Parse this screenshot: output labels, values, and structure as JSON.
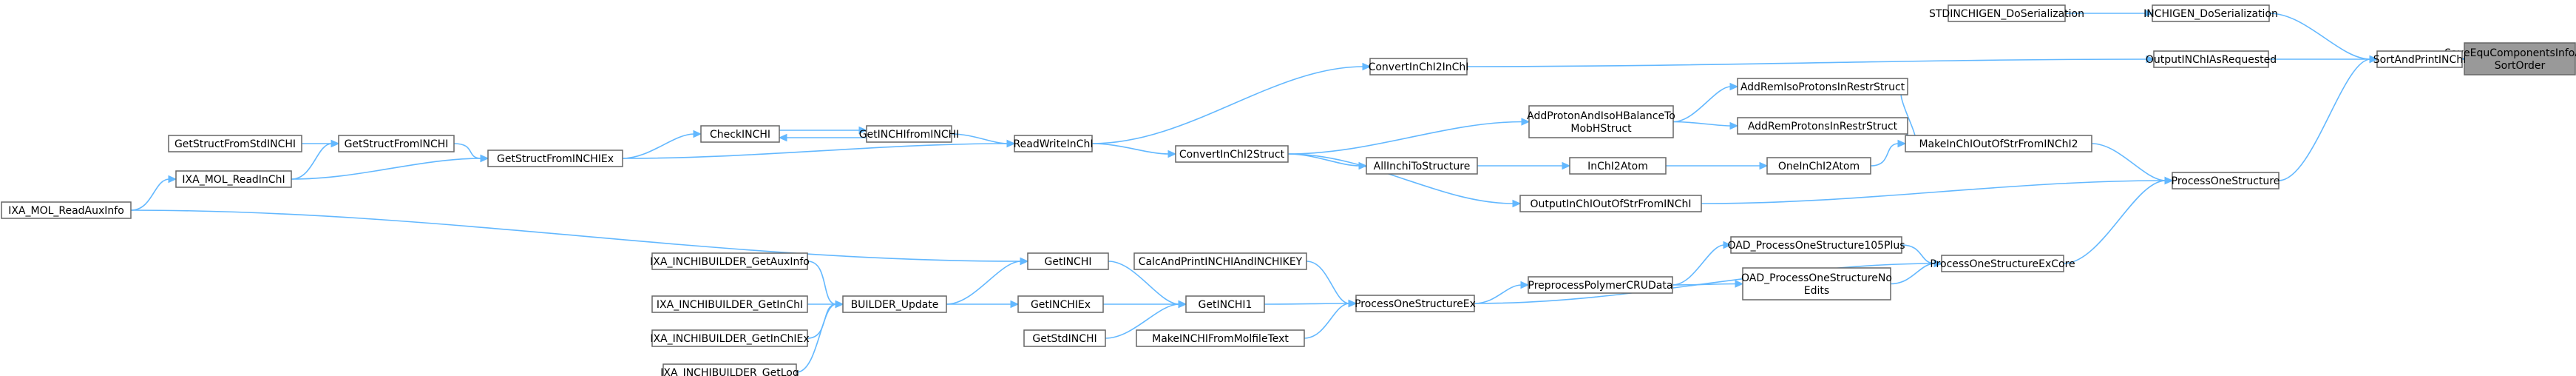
{
  "nodes": [
    {
      "id": "save",
      "lines": [
        "SaveEquComponentsInfoAnd",
        "SortOrder"
      ],
      "focus": true
    },
    {
      "id": "sortprint",
      "lines": [
        "SortAndPrintINChI"
      ]
    },
    {
      "id": "inchigen_deser",
      "lines": [
        "INCHIGEN_DoSerialization"
      ]
    },
    {
      "id": "std_deser",
      "lines": [
        "STDINCHIGEN_DoSerialization"
      ]
    },
    {
      "id": "output_req",
      "lines": [
        "OutputINChIAsRequested"
      ]
    },
    {
      "id": "convert2",
      "lines": [
        "ConvertInChI2InChI"
      ]
    },
    {
      "id": "readwrite",
      "lines": [
        "ReadWriteInChI"
      ]
    },
    {
      "id": "getinchifrom",
      "lines": [
        "GetINCHIfromINCHI"
      ]
    },
    {
      "id": "checkinchi",
      "lines": [
        "CheckINCHI"
      ]
    },
    {
      "id": "getstructex",
      "lines": [
        "GetStructFromINCHIEx"
      ]
    },
    {
      "id": "getstruct",
      "lines": [
        "GetStructFromINCHI"
      ]
    },
    {
      "id": "getstructstd",
      "lines": [
        "GetStructFromStdINCHI"
      ]
    },
    {
      "id": "ixa_readinchi",
      "lines": [
        "IXA_MOL_ReadInChI"
      ]
    },
    {
      "id": "ixa_readaux",
      "lines": [
        "IXA_MOL_ReadAuxInfo"
      ]
    },
    {
      "id": "processone",
      "lines": [
        "ProcessOneStructure"
      ]
    },
    {
      "id": "makeinchi",
      "lines": [
        "MakeInChIOutOfStrFromINChI2"
      ]
    },
    {
      "id": "addremiso",
      "lines": [
        "AddRemIsoProtonsInRestrStruct"
      ]
    },
    {
      "id": "addremprot",
      "lines": [
        "AddRemProtonsInRestrStruct"
      ]
    },
    {
      "id": "addproton",
      "lines": [
        "AddProtonAndIsoHBalanceTo",
        "MobHStruct"
      ]
    },
    {
      "id": "convert2struct",
      "lines": [
        "ConvertInChI2Struct"
      ]
    },
    {
      "id": "oneinchi",
      "lines": [
        "OneInChI2Atom"
      ]
    },
    {
      "id": "inchi2atom",
      "lines": [
        "InChI2Atom"
      ]
    },
    {
      "id": "allinchi",
      "lines": [
        "AllInchiToStructure"
      ]
    },
    {
      "id": "outputinchiout",
      "lines": [
        "OutputInChIOutOfStrFromINChI"
      ]
    },
    {
      "id": "processoneexcore",
      "lines": [
        "ProcessOneStructureExCore"
      ]
    },
    {
      "id": "oad105",
      "lines": [
        "OAD_ProcessOneStructure105Plus"
      ]
    },
    {
      "id": "oadno",
      "lines": [
        "OAD_ProcessOneStructureNo",
        "Edits"
      ]
    },
    {
      "id": "preprocess",
      "lines": [
        "PreprocessPolymerCRUData"
      ]
    },
    {
      "id": "processoneex",
      "lines": [
        "ProcessOneStructureEx"
      ]
    },
    {
      "id": "calcandprint",
      "lines": [
        "CalcAndPrintINCHIAndINCHIKEY"
      ]
    },
    {
      "id": "getinchi1",
      "lines": [
        "GetINCHI1"
      ]
    },
    {
      "id": "makeinchimol",
      "lines": [
        "MakeINCHIFromMolfileText"
      ]
    },
    {
      "id": "getinchi",
      "lines": [
        "GetINCHI"
      ]
    },
    {
      "id": "getinchiex",
      "lines": [
        "GetINCHIEx"
      ]
    },
    {
      "id": "getstdinchi",
      "lines": [
        "GetStdINCHI"
      ]
    },
    {
      "id": "builder_update",
      "lines": [
        "BUILDER_Update"
      ]
    },
    {
      "id": "ixab_aux",
      "lines": [
        "IXA_INCHIBUILDER_GetAuxInfo"
      ]
    },
    {
      "id": "ixab_inchi",
      "lines": [
        "IXA_INCHIBUILDER_GetInChI"
      ]
    },
    {
      "id": "ixab_inchiex",
      "lines": [
        "IXA_INCHIBUILDER_GetInChIEx"
      ]
    },
    {
      "id": "ixab_log",
      "lines": [
        "IXA_INCHIBUILDER_GetLog"
      ]
    }
  ],
  "edges": [
    [
      "sortprint",
      "save"
    ],
    [
      "inchigen_deser",
      "sortprint"
    ],
    [
      "std_deser",
      "inchigen_deser"
    ],
    [
      "output_req",
      "sortprint"
    ],
    [
      "processone",
      "sortprint"
    ],
    [
      "convert2",
      "output_req"
    ],
    [
      "readwrite",
      "convert2"
    ],
    [
      "getinchifrom",
      "readwrite"
    ],
    [
      "getstructex",
      "readwrite"
    ],
    [
      "checkinchi",
      "getinchifrom"
    ],
    [
      "getinchifrom",
      "checkinchi"
    ],
    [
      "getstructex",
      "checkinchi"
    ],
    [
      "getstruct",
      "getstructex"
    ],
    [
      "ixa_readinchi",
      "getstructex"
    ],
    [
      "getstructstd",
      "getstruct"
    ],
    [
      "ixa_readinchi",
      "getstruct"
    ],
    [
      "ixa_readaux",
      "ixa_readinchi"
    ],
    [
      "ixa_readaux",
      "getinchi"
    ],
    [
      "makeinchi",
      "processone"
    ],
    [
      "outputinchiout",
      "processone"
    ],
    [
      "processoneexcore",
      "processone"
    ],
    [
      "addremiso",
      "makeinchi"
    ],
    [
      "addremprot",
      "makeinchi"
    ],
    [
      "oneinchi",
      "makeinchi"
    ],
    [
      "addproton",
      "addremiso"
    ],
    [
      "addproton",
      "addremprot"
    ],
    [
      "convert2struct",
      "addproton"
    ],
    [
      "inchi2atom",
      "oneinchi"
    ],
    [
      "allinchi",
      "inchi2atom"
    ],
    [
      "convert2struct",
      "allinchi"
    ],
    [
      "convert2struct",
      "outputinchiout"
    ],
    [
      "readwrite",
      "convert2struct"
    ],
    [
      "oad105",
      "processoneexcore"
    ],
    [
      "oadno",
      "processoneexcore"
    ],
    [
      "processoneex",
      "processoneexcore"
    ],
    [
      "preprocess",
      "oad105"
    ],
    [
      "preprocess",
      "oadno"
    ],
    [
      "processoneex",
      "preprocess"
    ],
    [
      "calcandprint",
      "processoneex"
    ],
    [
      "getinchi1",
      "processoneex"
    ],
    [
      "makeinchimol",
      "processoneex"
    ],
    [
      "getinchi",
      "getinchi1"
    ],
    [
      "getinchiex",
      "getinchi1"
    ],
    [
      "getstdinchi",
      "getinchi1"
    ],
    [
      "builder_update",
      "getinchi"
    ],
    [
      "builder_update",
      "getinchiex"
    ],
    [
      "ixab_aux",
      "builder_update"
    ],
    [
      "ixab_inchi",
      "builder_update"
    ],
    [
      "ixab_inchiex",
      "builder_update"
    ],
    [
      "ixab_log",
      "builder_update"
    ]
  ]
}
